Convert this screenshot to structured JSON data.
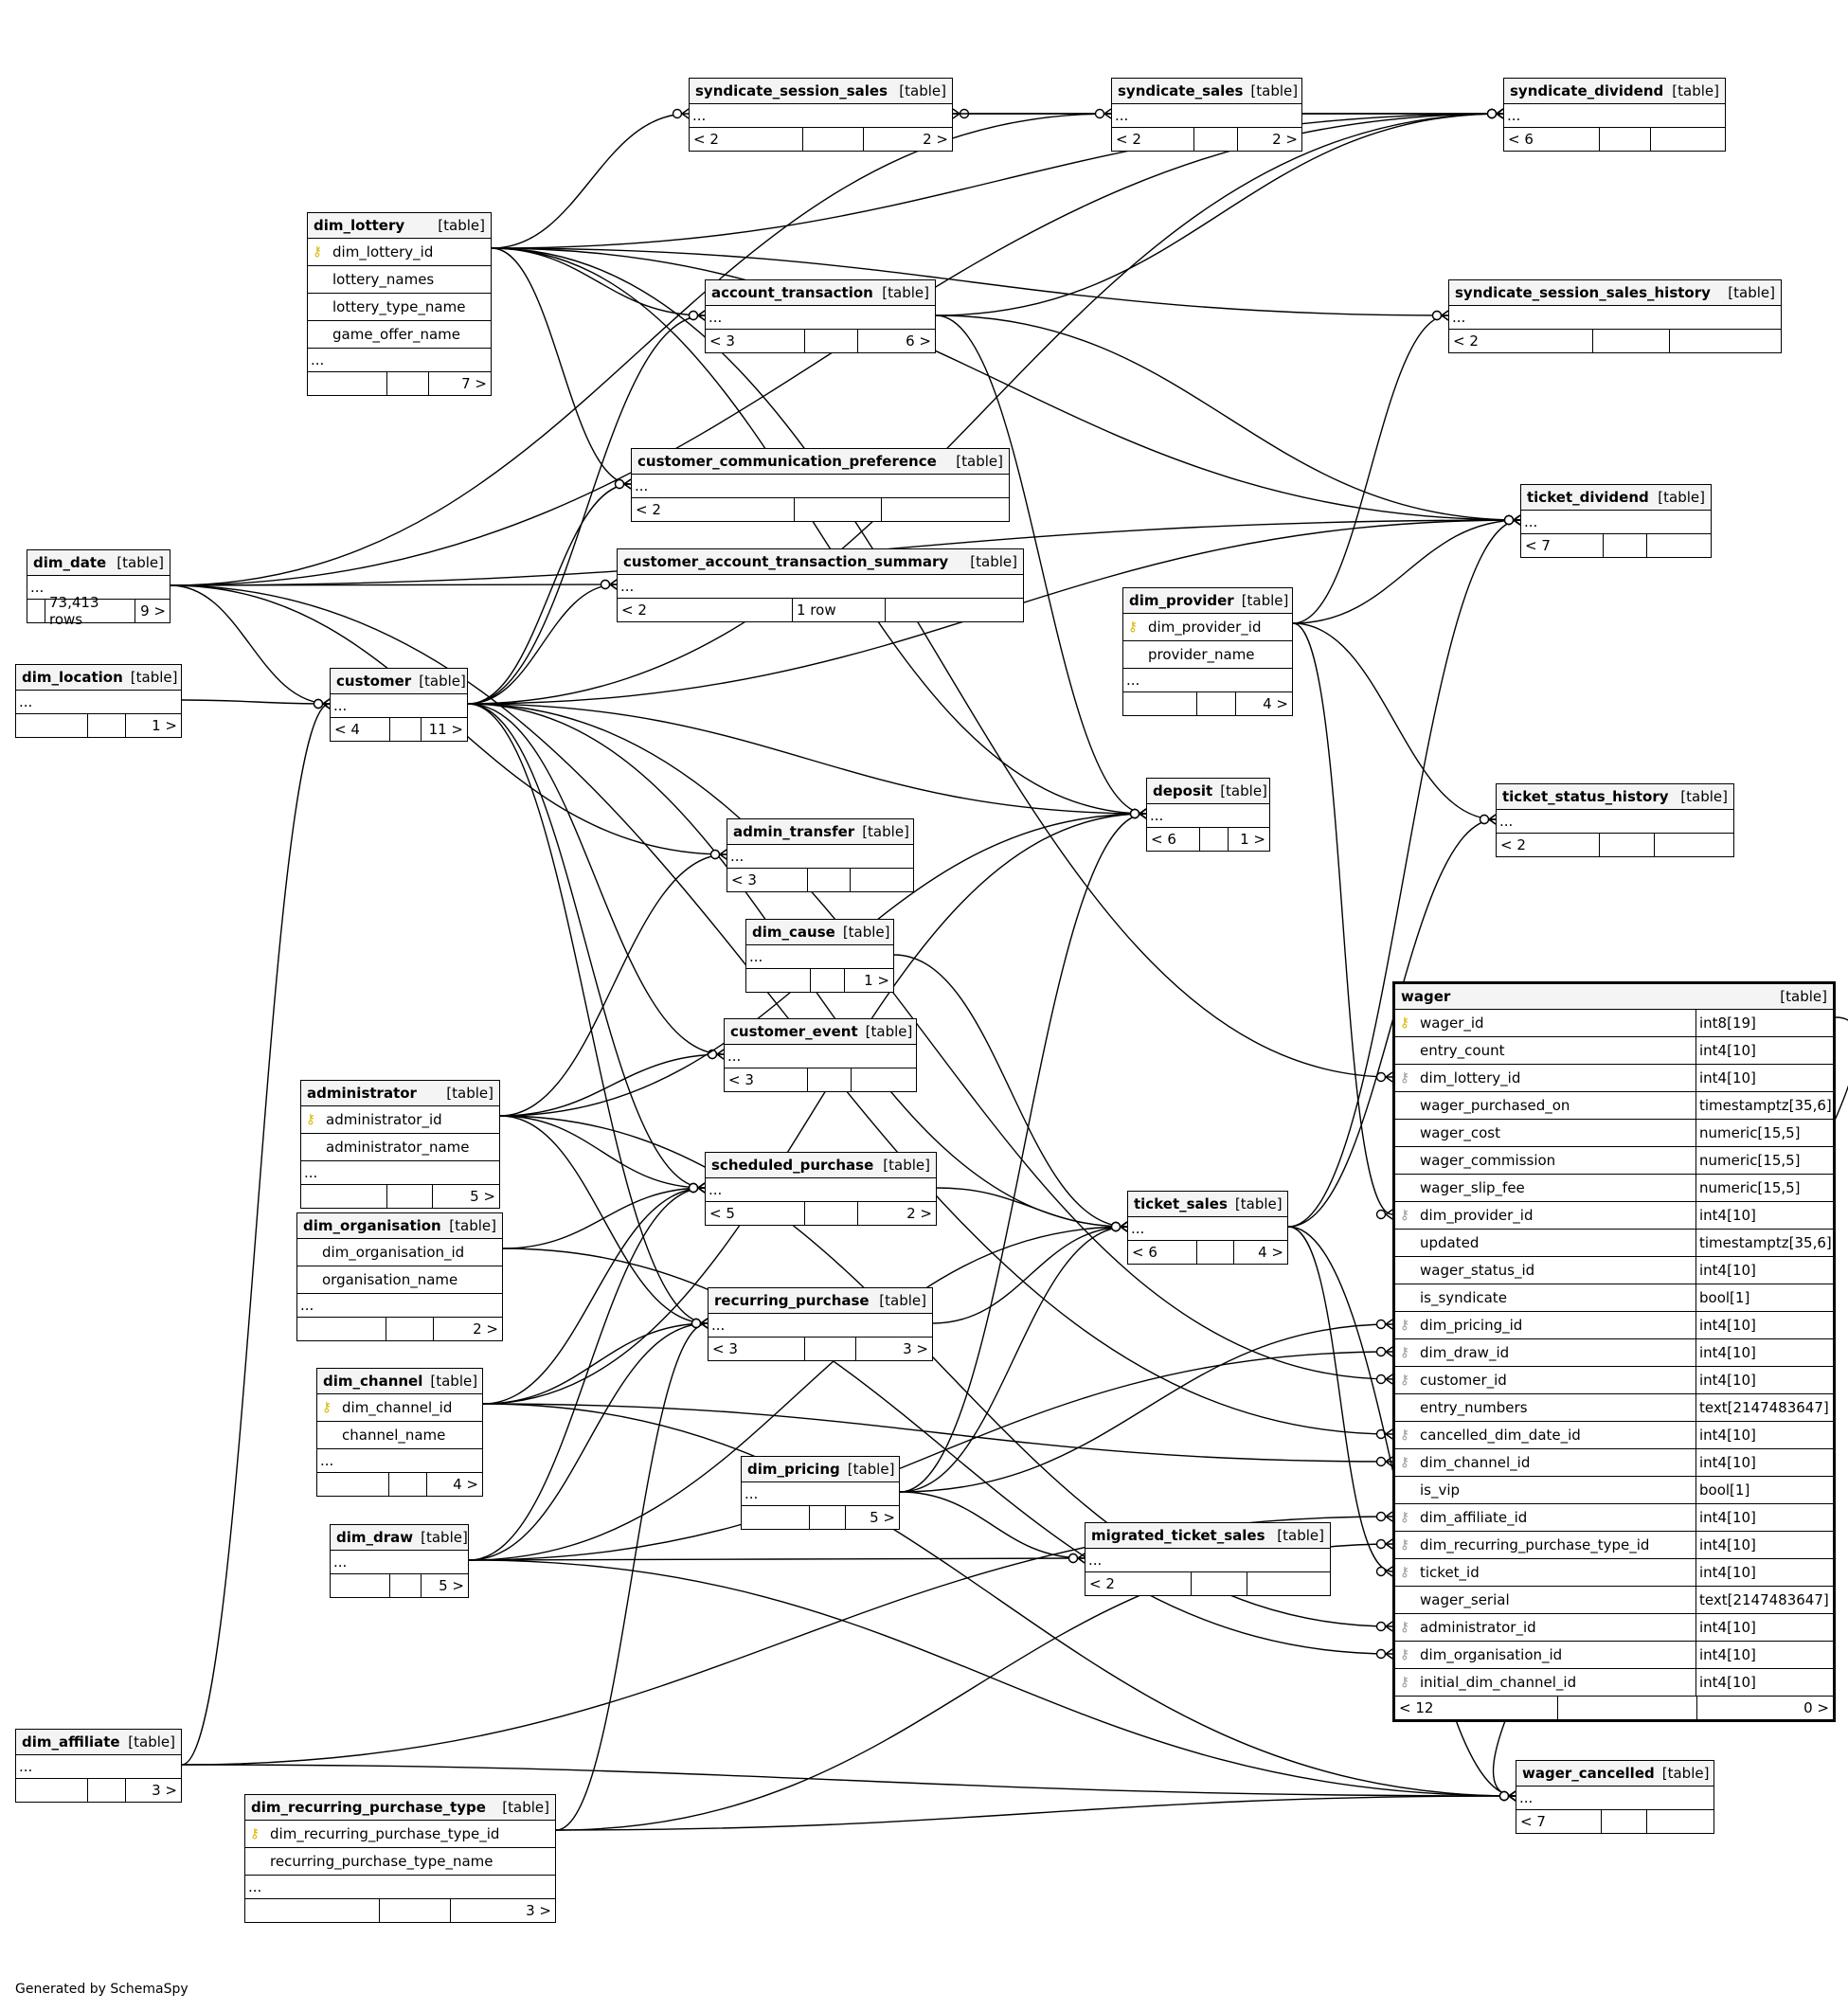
{
  "footer": "Generated by SchemaSpy",
  "table_tag": "[table]",
  "icons": {
    "primary_key": "key-icon-yellow",
    "foreign_key": "key-icon-gray"
  },
  "colors": {
    "primary_key": "#d8b800",
    "foreign_key": "#9a9a9a",
    "header_bg": "#f4f4f4"
  },
  "tables": [
    {
      "id": "syndicate_session_sales",
      "name": "syndicate_session_sales",
      "foot": [
        "< 2",
        "",
        "2 >"
      ]
    },
    {
      "id": "syndicate_sales",
      "name": "syndicate_sales",
      "foot": [
        "< 2",
        "",
        "2 >"
      ]
    },
    {
      "id": "syndicate_dividend",
      "name": "syndicate_dividend",
      "foot": [
        "< 6",
        "",
        ""
      ]
    },
    {
      "id": "dim_lottery",
      "name": "dim_lottery",
      "cols": [
        {
          "n": "dim_lottery_id",
          "k": "pk"
        },
        {
          "n": "lottery_names"
        },
        {
          "n": "lottery_type_name"
        },
        {
          "n": "game_offer_name"
        }
      ],
      "foot": [
        "",
        "",
        "7 >"
      ]
    },
    {
      "id": "account_transaction",
      "name": "account_transaction",
      "foot": [
        "< 3",
        "",
        "6 >"
      ]
    },
    {
      "id": "syndicate_session_sales_history",
      "name": "syndicate_session_sales_history",
      "foot": [
        "< 2",
        "",
        ""
      ]
    },
    {
      "id": "customer_communication_preference",
      "name": "customer_communication_preference",
      "foot": [
        "< 2",
        "",
        ""
      ]
    },
    {
      "id": "ticket_dividend",
      "name": "ticket_dividend",
      "foot": [
        "< 7",
        "",
        ""
      ]
    },
    {
      "id": "dim_date",
      "name": "dim_date",
      "foot": [
        "",
        "73,413 rows",
        "9 >"
      ]
    },
    {
      "id": "customer_account_transaction_summary",
      "name": "customer_account_transaction_summary",
      "foot": [
        "< 2",
        "1 row",
        ""
      ]
    },
    {
      "id": "dim_provider",
      "name": "dim_provider",
      "cols": [
        {
          "n": "dim_provider_id",
          "k": "pk"
        },
        {
          "n": "provider_name"
        }
      ],
      "foot": [
        "",
        "",
        "4 >"
      ]
    },
    {
      "id": "dim_location",
      "name": "dim_location",
      "foot": [
        "",
        "",
        "1 >"
      ]
    },
    {
      "id": "customer",
      "name": "customer",
      "foot": [
        "< 4",
        "",
        "11 >"
      ]
    },
    {
      "id": "deposit",
      "name": "deposit",
      "foot": [
        "< 6",
        "",
        "1 >"
      ]
    },
    {
      "id": "ticket_status_history",
      "name": "ticket_status_history",
      "foot": [
        "< 2",
        "",
        ""
      ]
    },
    {
      "id": "admin_transfer",
      "name": "admin_transfer",
      "foot": [
        "< 3",
        "",
        ""
      ]
    },
    {
      "id": "dim_cause",
      "name": "dim_cause",
      "foot": [
        "",
        "",
        "1 >"
      ]
    },
    {
      "id": "customer_event",
      "name": "customer_event",
      "foot": [
        "< 3",
        "",
        ""
      ]
    },
    {
      "id": "administrator",
      "name": "administrator",
      "cols": [
        {
          "n": "administrator_id",
          "k": "pk"
        },
        {
          "n": "administrator_name"
        }
      ],
      "foot": [
        "",
        "",
        "5 >"
      ]
    },
    {
      "id": "scheduled_purchase",
      "name": "scheduled_purchase",
      "foot": [
        "< 5",
        "",
        "2 >"
      ]
    },
    {
      "id": "ticket_sales",
      "name": "ticket_sales",
      "foot": [
        "< 6",
        "",
        "4 >"
      ]
    },
    {
      "id": "dim_organisation",
      "name": "dim_organisation",
      "cols": [
        {
          "n": "dim_organisation_id"
        },
        {
          "n": "organisation_name"
        }
      ],
      "foot": [
        "",
        "",
        "2 >"
      ]
    },
    {
      "id": "recurring_purchase",
      "name": "recurring_purchase",
      "foot": [
        "< 3",
        "",
        "3 >"
      ]
    },
    {
      "id": "dim_channel",
      "name": "dim_channel",
      "cols": [
        {
          "n": "dim_channel_id",
          "k": "pk"
        },
        {
          "n": "channel_name"
        }
      ],
      "foot": [
        "",
        "",
        "4 >"
      ]
    },
    {
      "id": "dim_pricing",
      "name": "dim_pricing",
      "foot": [
        "",
        "",
        "5 >"
      ]
    },
    {
      "id": "dim_draw",
      "name": "dim_draw",
      "foot": [
        "",
        "",
        "5 >"
      ]
    },
    {
      "id": "migrated_ticket_sales",
      "name": "migrated_ticket_sales",
      "foot": [
        "< 2",
        "",
        ""
      ]
    },
    {
      "id": "dim_affiliate",
      "name": "dim_affiliate",
      "foot": [
        "",
        "",
        "3 >"
      ]
    },
    {
      "id": "dim_recurring_purchase_type",
      "name": "dim_recurring_purchase_type",
      "cols": [
        {
          "n": "dim_recurring_purchase_type_id",
          "k": "pk"
        },
        {
          "n": "recurring_purchase_type_name"
        }
      ],
      "foot": [
        "",
        "",
        "3 >"
      ]
    },
    {
      "id": "wager_cancelled",
      "name": "wager_cancelled",
      "foot": [
        "< 7",
        "",
        ""
      ]
    },
    {
      "id": "wager",
      "name": "wager",
      "focus": true,
      "noEllipsis": true,
      "typed": true,
      "cols": [
        {
          "n": "wager_id",
          "t": "int8[19]",
          "k": "pk"
        },
        {
          "n": "entry_count",
          "t": "int4[10]"
        },
        {
          "n": "dim_lottery_id",
          "t": "int4[10]",
          "k": "fk"
        },
        {
          "n": "wager_purchased_on",
          "t": "timestamptz[35,6]"
        },
        {
          "n": "wager_cost",
          "t": "numeric[15,5]"
        },
        {
          "n": "wager_commission",
          "t": "numeric[15,5]"
        },
        {
          "n": "wager_slip_fee",
          "t": "numeric[15,5]"
        },
        {
          "n": "dim_provider_id",
          "t": "int4[10]",
          "k": "fk"
        },
        {
          "n": "updated",
          "t": "timestamptz[35,6]"
        },
        {
          "n": "wager_status_id",
          "t": "int4[10]"
        },
        {
          "n": "is_syndicate",
          "t": "bool[1]"
        },
        {
          "n": "dim_pricing_id",
          "t": "int4[10]",
          "k": "fk"
        },
        {
          "n": "dim_draw_id",
          "t": "int4[10]",
          "k": "fk"
        },
        {
          "n": "customer_id",
          "t": "int4[10]",
          "k": "fk"
        },
        {
          "n": "entry_numbers",
          "t": "text[2147483647]"
        },
        {
          "n": "cancelled_dim_date_id",
          "t": "int4[10]",
          "k": "fk"
        },
        {
          "n": "dim_channel_id",
          "t": "int4[10]",
          "k": "fk"
        },
        {
          "n": "is_vip",
          "t": "bool[1]"
        },
        {
          "n": "dim_affiliate_id",
          "t": "int4[10]",
          "k": "fk"
        },
        {
          "n": "dim_recurring_purchase_type_id",
          "t": "int4[10]",
          "k": "fk"
        },
        {
          "n": "ticket_id",
          "t": "int4[10]",
          "k": "fk"
        },
        {
          "n": "wager_serial",
          "t": "text[2147483647]"
        },
        {
          "n": "administrator_id",
          "t": "int4[10]",
          "k": "fk"
        },
        {
          "n": "dim_organisation_id",
          "t": "int4[10]",
          "k": "fk"
        },
        {
          "n": "initial_dim_channel_id",
          "t": "int4[10]",
          "k": "fk"
        }
      ],
      "foot": [
        "< 12",
        "",
        "0 >"
      ]
    }
  ],
  "relationships": [
    [
      "syndicate_sales",
      "syndicate_session_sales"
    ],
    [
      "syndicate_sales",
      "syndicate_dividend"
    ],
    [
      "syndicate_session_sales",
      "syndicate_dividend"
    ],
    [
      "dim_date",
      "syndicate_dividend"
    ],
    [
      "dim_date",
      "syndicate_sales"
    ],
    [
      "dim_date",
      "ticket_dividend"
    ],
    [
      "dim_date",
      "customer"
    ],
    [
      "dim_date",
      "customer_account_transaction_summary"
    ],
    [
      "dim_date",
      "admin_transfer"
    ],
    [
      "dim_date",
      "wager"
    ],
    [
      "dim_lottery",
      "syndicate_session_sales"
    ],
    [
      "dim_lottery",
      "account_transaction"
    ],
    [
      "dim_lottery",
      "customer_communication_preference"
    ],
    [
      "dim_lottery",
      "syndicate_dividend"
    ],
    [
      "dim_lottery",
      "ticket_dividend"
    ],
    [
      "dim_lottery",
      "syndicate_session_sales_history"
    ],
    [
      "dim_lottery",
      "deposit"
    ],
    [
      "dim_lottery",
      "wager"
    ],
    [
      "account_transaction",
      "ticket_dividend"
    ],
    [
      "account_transaction",
      "syndicate_dividend"
    ],
    [
      "account_transaction",
      "deposit"
    ],
    [
      "customer",
      "account_transaction"
    ],
    [
      "customer",
      "customer_communication_preference"
    ],
    [
      "customer",
      "customer_account_transaction_summary"
    ],
    [
      "customer",
      "ticket_dividend"
    ],
    [
      "customer",
      "syndicate_dividend"
    ],
    [
      "customer",
      "deposit"
    ],
    [
      "customer",
      "customer_event"
    ],
    [
      "customer",
      "scheduled_purchase"
    ],
    [
      "customer",
      "recurring_purchase"
    ],
    [
      "customer",
      "ticket_sales"
    ],
    [
      "customer",
      "wager"
    ],
    [
      "dim_location",
      "customer"
    ],
    [
      "dim_affiliate",
      "customer"
    ],
    [
      "dim_affiliate",
      "wager"
    ],
    [
      "dim_affiliate",
      "wager_cancelled"
    ],
    [
      "dim_provider",
      "syndicate_session_sales_history"
    ],
    [
      "dim_provider",
      "ticket_dividend"
    ],
    [
      "dim_provider",
      "ticket_status_history"
    ],
    [
      "dim_provider",
      "wager"
    ],
    [
      "dim_cause",
      "ticket_sales"
    ],
    [
      "administrator",
      "admin_transfer"
    ],
    [
      "administrator",
      "customer_event"
    ],
    [
      "administrator",
      "scheduled_purchase"
    ],
    [
      "administrator",
      "recurring_purchase"
    ],
    [
      "administrator",
      "deposit"
    ],
    [
      "administrator",
      "wager"
    ],
    [
      "scheduled_purchase",
      "ticket_sales"
    ],
    [
      "recurring_purchase",
      "ticket_sales"
    ],
    [
      "ticket_sales",
      "ticket_status_history"
    ],
    [
      "ticket_sales",
      "ticket_dividend"
    ],
    [
      "ticket_sales",
      "wager"
    ],
    [
      "ticket_sales",
      "wager_cancelled"
    ],
    [
      "dim_organisation",
      "scheduled_purchase"
    ],
    [
      "dim_organisation",
      "wager"
    ],
    [
      "dim_channel",
      "scheduled_purchase"
    ],
    [
      "dim_channel",
      "recurring_purchase"
    ],
    [
      "dim_channel",
      "deposit"
    ],
    [
      "dim_channel",
      "wager"
    ],
    [
      "dim_channel",
      "wager_cancelled"
    ],
    [
      "dim_pricing",
      "ticket_sales"
    ],
    [
      "dim_pricing",
      "deposit"
    ],
    [
      "dim_pricing",
      "migrated_ticket_sales"
    ],
    [
      "dim_pricing",
      "wager"
    ],
    [
      "dim_draw",
      "scheduled_purchase"
    ],
    [
      "dim_draw",
      "recurring_purchase"
    ],
    [
      "dim_draw",
      "migrated_ticket_sales"
    ],
    [
      "dim_draw",
      "ticket_sales"
    ],
    [
      "dim_draw",
      "wager"
    ],
    [
      "dim_draw",
      "wager_cancelled"
    ],
    [
      "dim_recurring_purchase_type",
      "recurring_purchase"
    ],
    [
      "dim_recurring_purchase_type",
      "wager"
    ],
    [
      "dim_recurring_purchase_type",
      "wager_cancelled"
    ],
    [
      "wager",
      "wager_cancelled"
    ]
  ]
}
